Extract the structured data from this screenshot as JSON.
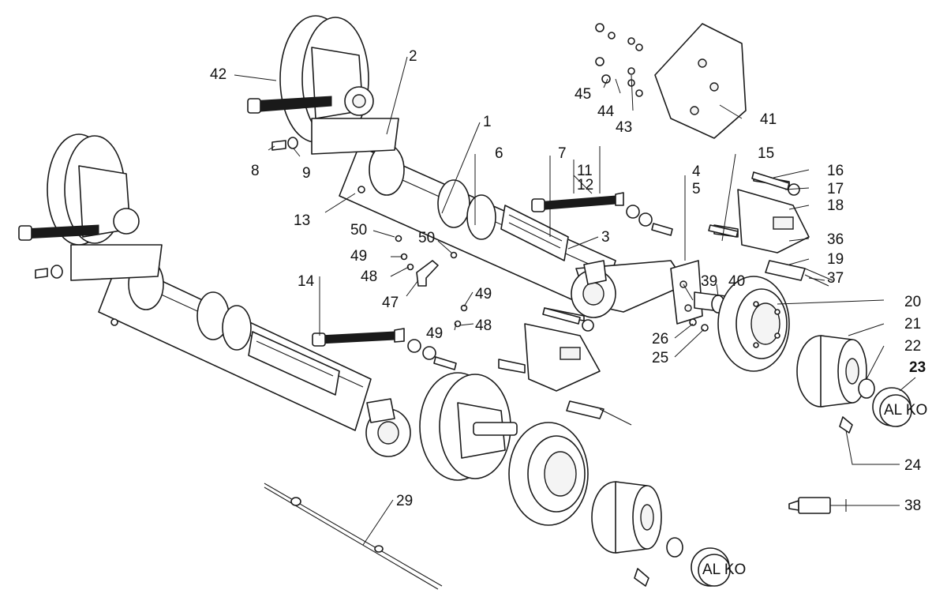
{
  "callouts": {
    "c1": "1",
    "c2": "2",
    "c3": "3",
    "c4": "4",
    "c5": "5",
    "c6": "6",
    "c7": "7",
    "c8": "8",
    "c9": "9",
    "c11": "11",
    "c12": "12",
    "c13": "13",
    "c14": "14",
    "c15": "15",
    "c16": "16",
    "c17": "17",
    "c18": "18",
    "c19": "19",
    "c20": "20",
    "c21": "21",
    "c22": "22",
    "c23": "23",
    "c24": "24",
    "c25": "25",
    "c26": "26",
    "c29": "29",
    "c36": "36",
    "c37": "37",
    "c38": "38",
    "c39": "39",
    "c40": "40",
    "c41": "41",
    "c42": "42",
    "c43": "43",
    "c44": "44",
    "c45": "45",
    "c47": "47",
    "c48a": "48",
    "c48b": "48",
    "c49a": "49",
    "c49b": "49",
    "c49c": "49",
    "c50a": "50",
    "c50b": "50"
  },
  "hub_cap_text": {
    "upper": "AL KO",
    "lower": "AL KO"
  }
}
